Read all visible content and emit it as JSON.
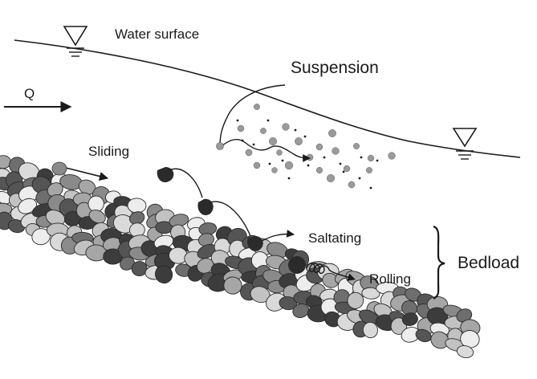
{
  "labels": {
    "water_surface": "Water surface",
    "flow": "Q",
    "suspension": "Suspension",
    "sliding": "Sliding",
    "saltating": "Saltating",
    "rolling": "Rolling",
    "bedload": "Bedload"
  },
  "icons": {
    "water_level_marker": "inverted-triangle-water-level-icon"
  },
  "colors": {
    "line": "#1a1a1a",
    "pebble_palette": [
      "#3c3c3c",
      "#555555",
      "#6e6e6e",
      "#8a8a8a",
      "#a6a6a6",
      "#c2c2c2",
      "#dadada",
      "#ededed"
    ],
    "suspended_particle": "#9a9a9a",
    "moving_particle": "#2b2b2b"
  }
}
